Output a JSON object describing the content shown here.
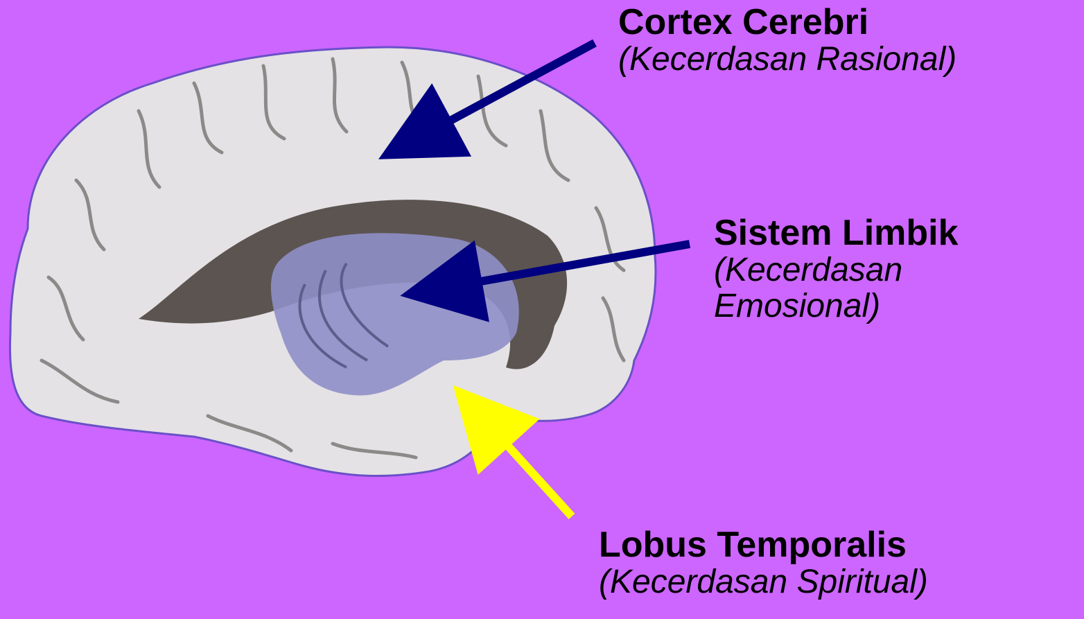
{
  "colors": {
    "background": "#cc66ff",
    "brain_fill": "#e4e2e4",
    "brain_outline": "#6a50c8",
    "limbic_fill": "#8f8fc8",
    "arrow_primary": "#000080",
    "arrow_temporal": "#ffff00"
  },
  "labels": {
    "cortex": {
      "title": "Cortex Cerebri",
      "subtitle": "(Kecerdasan Rasional)"
    },
    "limbik": {
      "title": "Sistem Limbik",
      "subtitle": "(Kecerdasan Emosional)"
    },
    "lobus": {
      "title": "Lobus Temporalis",
      "subtitle": "(Kecerdasan Spiritual)"
    }
  },
  "icons": [
    "brain-illustration",
    "limbic-system",
    "arrow-cortex",
    "arrow-limbik",
    "arrow-lobus"
  ]
}
